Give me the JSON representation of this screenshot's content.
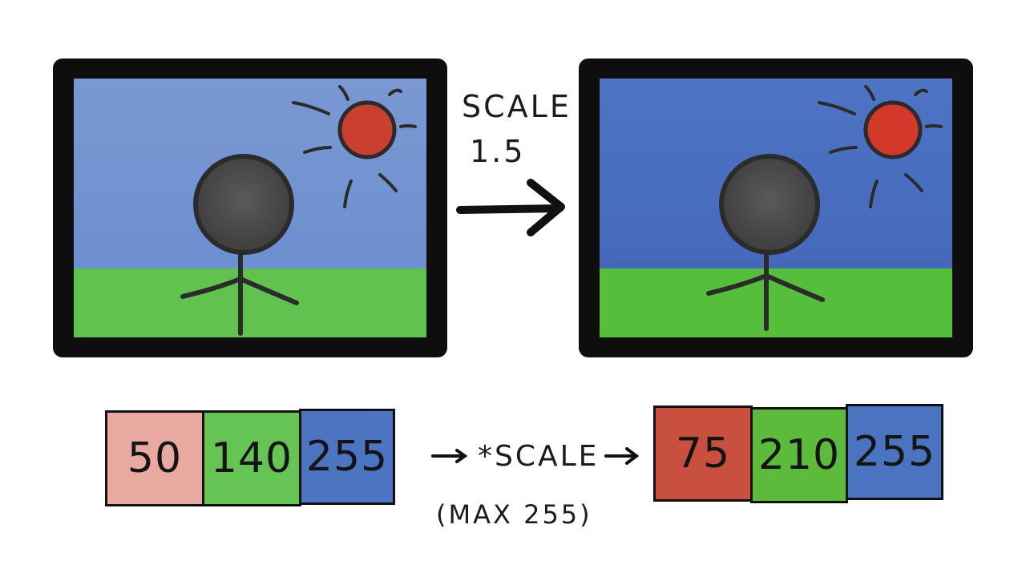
{
  "scale_label_line1": "SCALE",
  "scale_label_line2": "1.5",
  "scale_op_label": "*SCALE",
  "max_note": "(MAX 255)",
  "colors": {
    "frame": "#0e0e0e",
    "sky": "#5a7fc4",
    "sky_scaled": "#4a6fc0",
    "grass": "#5cc24a",
    "grass_scaled": "#55bf3c",
    "sun": "#cc4030",
    "figure": "#4d4d4d",
    "red_before": "#e8a9a0",
    "green_before": "#66c455",
    "blue_before": "#4c74c0",
    "red_after": "#c9503f",
    "green_after": "#5cbb3c",
    "blue_after": "#4a74c0"
  },
  "before_values": [
    "50",
    "140",
    "255"
  ],
  "after_values": [
    "75",
    "210",
    "255"
  ]
}
